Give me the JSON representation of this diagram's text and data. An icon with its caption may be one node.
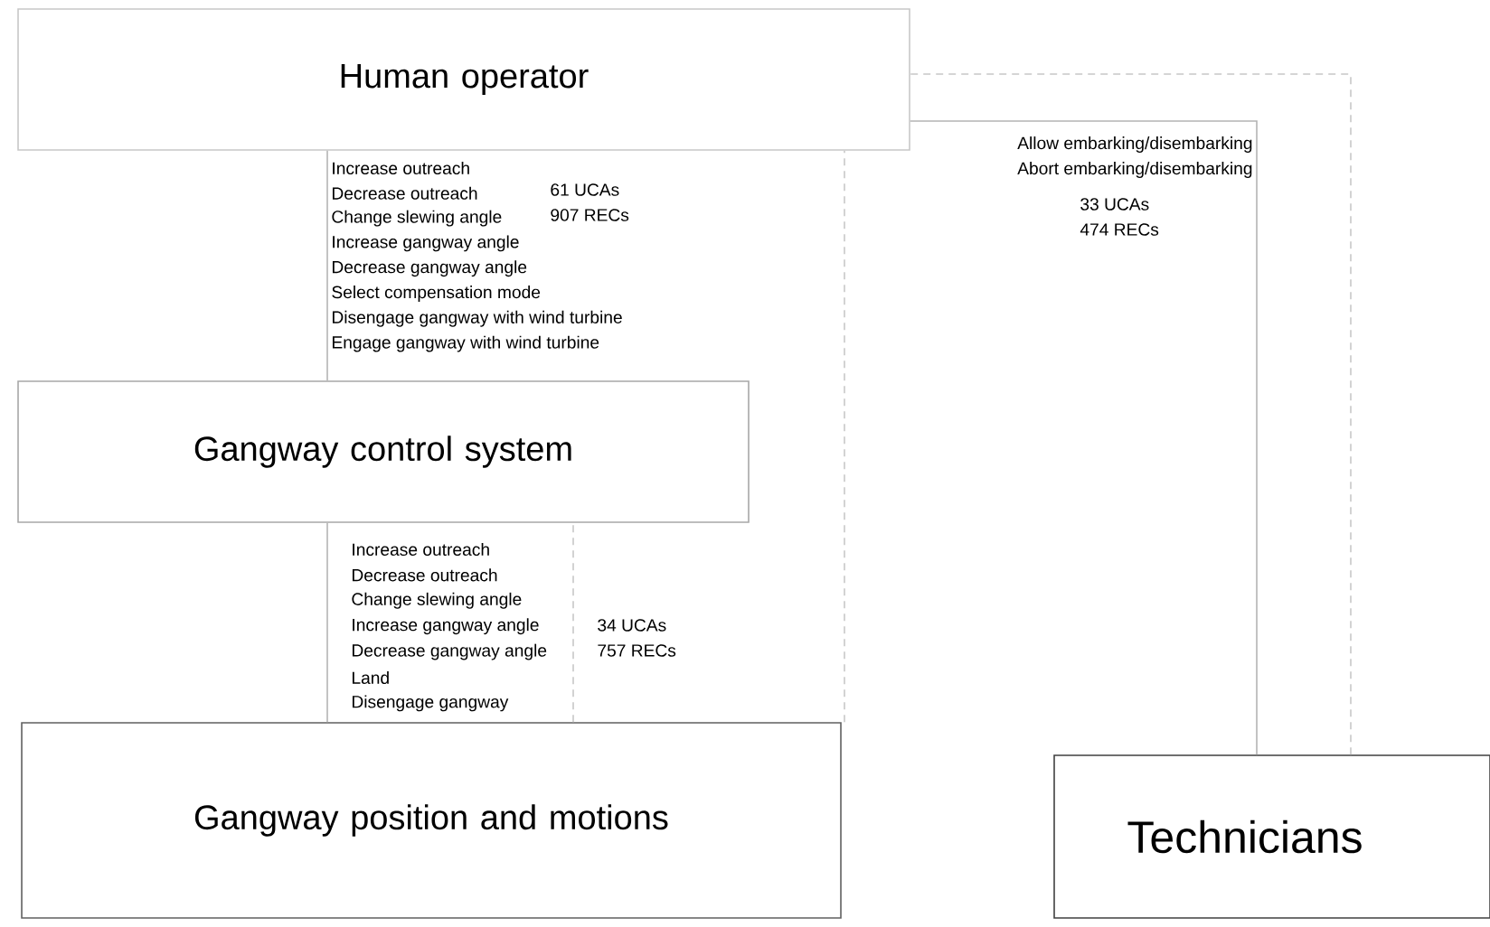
{
  "diagram": {
    "nodes": [
      {
        "text": [
          "Human operator"
        ]
      },
      {
        "text": [
          "Gangway control system"
        ]
      },
      {
        "text": [
          "Gangway position and motions"
        ]
      },
      {
        "text": [
          "Technicians"
        ]
      }
    ],
    "edges": [
      {
        "from": 0,
        "to": 1,
        "arrow": "none"
      },
      {
        "from": 0,
        "to": 3,
        "arrow": "none"
      },
      {
        "from": 2,
        "to": 0,
        "arrow": "none",
        "style": "dashed"
      },
      {
        "from": 3,
        "to": 0,
        "arrow": "none",
        "style": "dashed"
      },
      {
        "from": 1,
        "to": 2,
        "arrow": "none"
      },
      {
        "from": 2,
        "to": 1,
        "arrow": "none",
        "style": "dashed"
      }
    ],
    "labels": [
      "Increase outreach",
      "Decrease outreach",
      "Change slewing angle",
      "Increase gangway angle",
      "Decrease gangway angle",
      "Select compensation mode",
      "Disengage gangway with wind turbine",
      "Engage gangway with wind turbine",
      "61 UCAs",
      "907 RECs",
      "Allow embarking/disembarking",
      "Abort embarking/disembarking",
      "33 UCAs",
      "474 RECs",
      "Increase outreach",
      "Decrease outreach",
      "Change slewing angle",
      "Increase gangway angle",
      "Decrease gangway angle",
      "Land",
      "Disengage gangway",
      "34 UCAs",
      "757 RECs"
    ]
  }
}
